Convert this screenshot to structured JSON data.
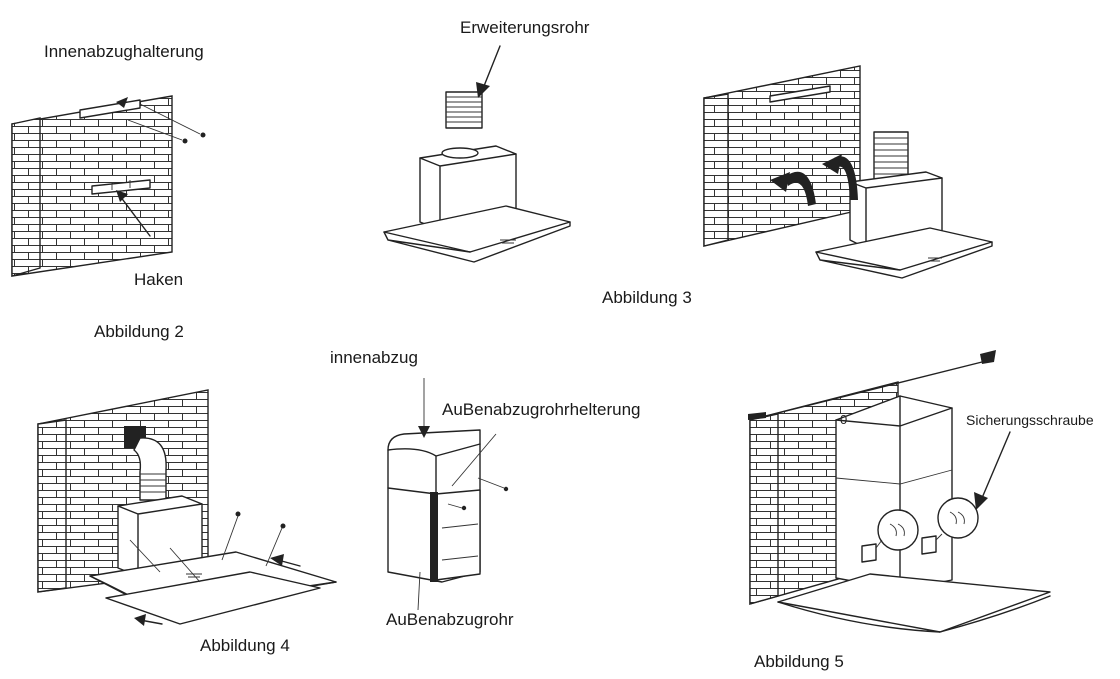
{
  "labels": {
    "innenabzughalterung": "Innenabzughalterung",
    "haken": "Haken",
    "abbildung2": "Abbildung 2",
    "erweiterungsrohr": "Erweiterungsrohr",
    "abbildung3": "Abbildung 3",
    "innenabzug": "innenabzug",
    "aussenabzugrohrhalterung": "AuBenabzugrohrhelterung",
    "aussenabzugrohr": "AuBenabzugrohr",
    "abbildung4": "Abbildung 4",
    "sicherungsschraube": "Sicherungsschraube",
    "abbildung5": "Abbildung 5"
  },
  "colors": {
    "line": "#222222",
    "background": "#ffffff"
  }
}
